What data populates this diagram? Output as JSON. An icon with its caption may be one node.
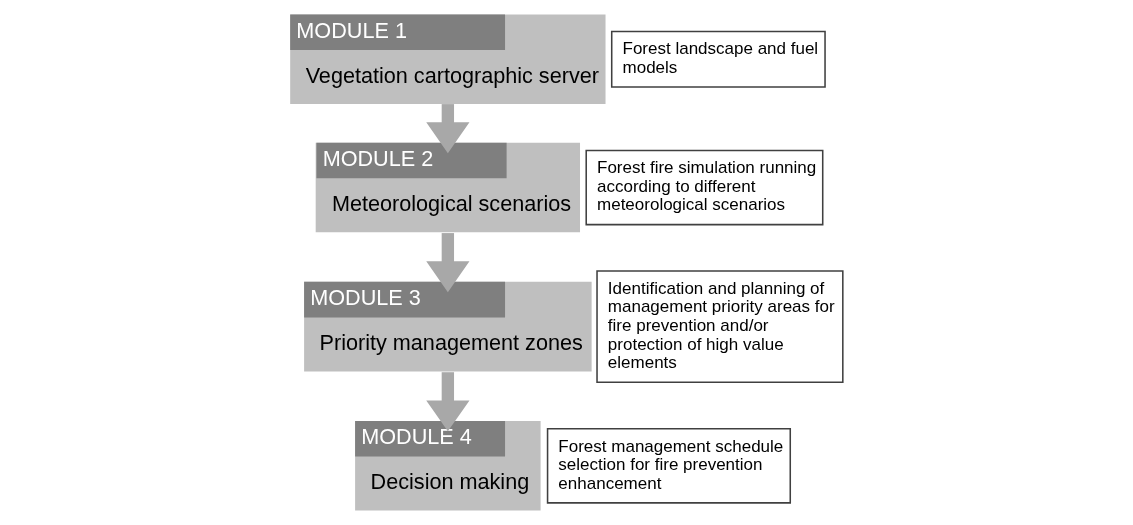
{
  "diagram": {
    "nodes": [
      {
        "text": [
          "MODULE 1",
          "Vegetation cartographic server"
        ]
      },
      {
        "text": [
          "Forest landscape and fuel models"
        ]
      },
      {
        "text": [
          "MODULE 2",
          "Meteorological scenarios"
        ]
      },
      {
        "text": [
          "Forest fire simulation running according to different meteorological scenarios"
        ]
      },
      {
        "text": [
          "MODULE 3",
          "Priority management zones"
        ]
      },
      {
        "text": [
          "Identification and planning of management priority areas for fire prevention and/or protection of high value elements"
        ]
      },
      {
        "text": [
          "MODULE 4",
          "Decision making"
        ]
      },
      {
        "text": [
          "Forest management schedule selection for fire prevention enhancement"
        ]
      }
    ],
    "edges": [
      {
        "from": 0,
        "to": 2,
        "arrow": "to"
      },
      {
        "from": 2,
        "to": 4,
        "arrow": "to"
      },
      {
        "from": 4,
        "to": 6,
        "arrow": "to"
      }
    ]
  }
}
